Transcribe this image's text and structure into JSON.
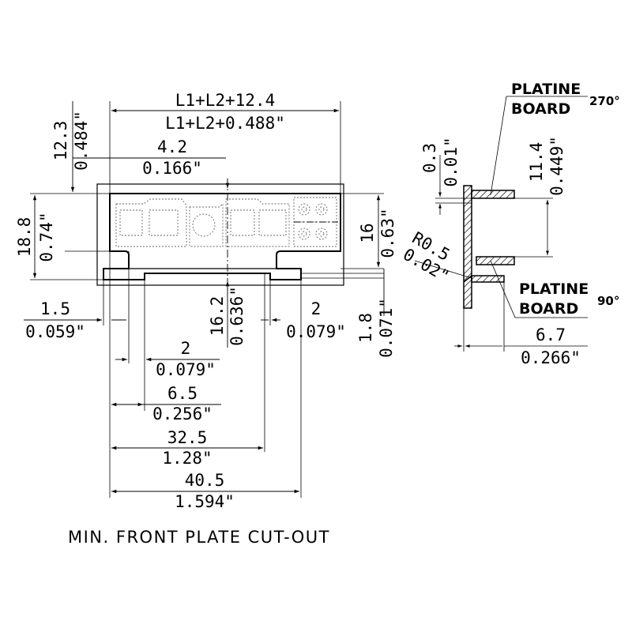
{
  "caption": "MIN. FRONT PLATE CUT-OUT",
  "dimensions": {
    "top_width_mm": "L1+L2+12.4",
    "top_width_in": "L1+L2+0.488\"",
    "d12_3_mm": "12.3",
    "d12_3_in": "0.484\"",
    "d4_2_mm": "4.2",
    "d4_2_in": "0.166\"",
    "d18_8_mm": "18.8",
    "d18_8_in": "0.74\"",
    "d16_mm": "16",
    "d16_in": "0.63\"",
    "d1_5_mm": "1.5",
    "d1_5_in": "0.059\"",
    "d16_2_mm": "16.2",
    "d16_2_in": "0.636\"",
    "d2r_mm": "2",
    "d2r_in": "0.079\"",
    "d1_8_mm": "1.8",
    "d1_8_in": "0.071\"",
    "d2_mm": "2",
    "d2_in": "0.079\"",
    "d6_5_mm": "6.5",
    "d6_5_in": "0.256\"",
    "d32_5_mm": "32.5",
    "d32_5_in": "1.28\"",
    "d40_5_mm": "40.5",
    "d40_5_in": "1.594\"",
    "d0_3_mm": "0.3",
    "d0_3_in": "0.01\"",
    "d11_4_mm": "11.4",
    "d11_4_in": "0.449\"",
    "r0_5_mm": "R0.5",
    "r0_5_in": "0.02\"",
    "d6_7_mm": "6.7",
    "d6_7_in": "0.266\""
  },
  "labels": {
    "platine_270_a": "PLATINE",
    "board_270": "BOARD",
    "angle_270": "270°",
    "platine_90_a": "PLATINE",
    "board_90": "BOARD",
    "angle_90": "90°"
  }
}
